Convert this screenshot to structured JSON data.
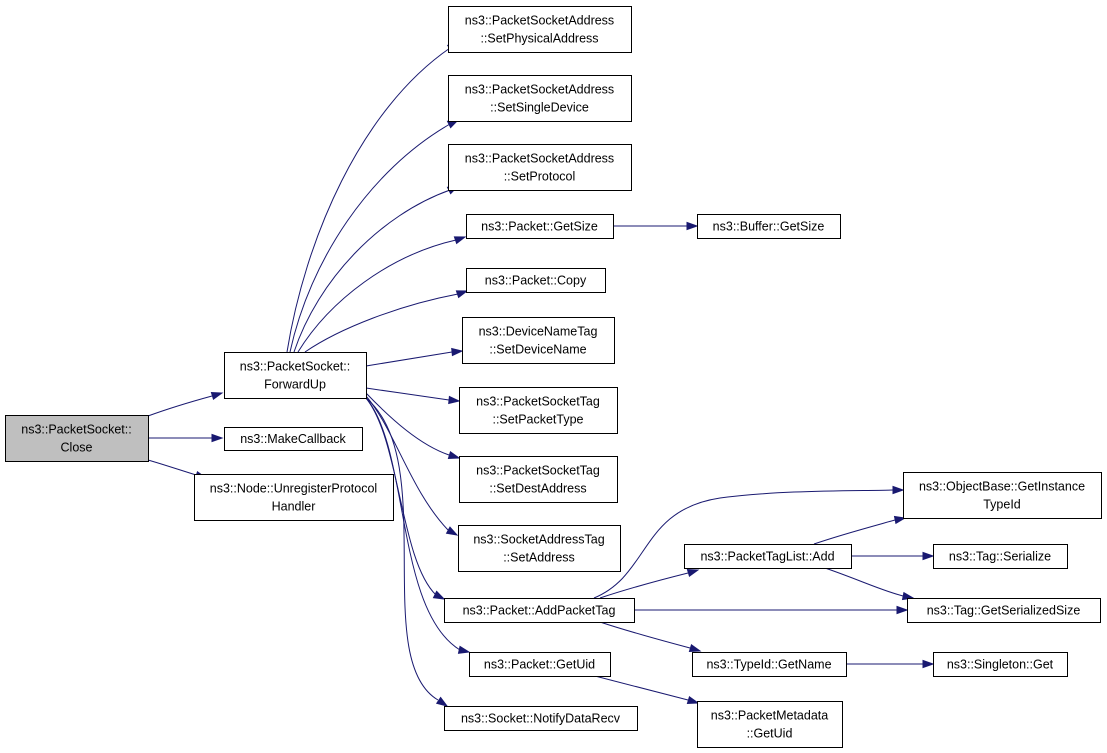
{
  "diagram": {
    "edge_color": "#191970",
    "root_fill": "#bfbfbf",
    "nodes": [
      {
        "id": "close",
        "lines": [
          "ns3::PacketSocket::",
          "Close"
        ],
        "root": true
      },
      {
        "id": "forwardup",
        "lines": [
          "ns3::PacketSocket::",
          "ForwardUp"
        ]
      },
      {
        "id": "makecallback",
        "lines": [
          "ns3::MakeCallback"
        ]
      },
      {
        "id": "unregister",
        "lines": [
          "ns3::Node::UnregisterProtocol",
          "Handler"
        ]
      },
      {
        "id": "setphys",
        "lines": [
          "ns3::PacketSocketAddress",
          "::SetPhysicalAddress"
        ]
      },
      {
        "id": "setsingle",
        "lines": [
          "ns3::PacketSocketAddress",
          "::SetSingleDevice"
        ]
      },
      {
        "id": "setprotocol",
        "lines": [
          "ns3::PacketSocketAddress",
          "::SetProtocol"
        ]
      },
      {
        "id": "pktgetsize",
        "lines": [
          "ns3::Packet::GetSize"
        ]
      },
      {
        "id": "bufgetsize",
        "lines": [
          "ns3::Buffer::GetSize"
        ]
      },
      {
        "id": "pktcopy",
        "lines": [
          "ns3::Packet::Copy"
        ]
      },
      {
        "id": "setdevname",
        "lines": [
          "ns3::DeviceNameTag",
          "::SetDeviceName"
        ]
      },
      {
        "id": "setpkttype",
        "lines": [
          "ns3::PacketSocketTag",
          "::SetPacketType"
        ]
      },
      {
        "id": "setdestaddr",
        "lines": [
          "ns3::PacketSocketTag",
          "::SetDestAddress"
        ]
      },
      {
        "id": "setaddress",
        "lines": [
          "ns3::SocketAddressTag",
          "::SetAddress"
        ]
      },
      {
        "id": "addpackettag",
        "lines": [
          "ns3::Packet::AddPacketTag"
        ]
      },
      {
        "id": "pktgetuid",
        "lines": [
          "ns3::Packet::GetUid"
        ]
      },
      {
        "id": "notifydatarecv",
        "lines": [
          "ns3::Socket::NotifyDataRecv"
        ]
      },
      {
        "id": "ptladd",
        "lines": [
          "ns3::PacketTagList::Add"
        ]
      },
      {
        "id": "typeidgetname",
        "lines": [
          "ns3::TypeId::GetName"
        ]
      },
      {
        "id": "pmgetuid",
        "lines": [
          "ns3::PacketMetadata",
          "::GetUid"
        ]
      },
      {
        "id": "getinstancetypeid",
        "lines": [
          "ns3::ObjectBase::GetInstance",
          "TypeId"
        ]
      },
      {
        "id": "tagserialize",
        "lines": [
          "ns3::Tag::Serialize"
        ]
      },
      {
        "id": "taggetsersize",
        "lines": [
          "ns3::Tag::GetSerializedSize"
        ]
      },
      {
        "id": "singletonget",
        "lines": [
          "ns3::Singleton::Get"
        ]
      }
    ],
    "edges": [
      {
        "from": "close",
        "to": "forwardup"
      },
      {
        "from": "close",
        "to": "makecallback"
      },
      {
        "from": "close",
        "to": "unregister"
      },
      {
        "from": "forwardup",
        "to": "setphys"
      },
      {
        "from": "forwardup",
        "to": "setsingle"
      },
      {
        "from": "forwardup",
        "to": "setprotocol"
      },
      {
        "from": "forwardup",
        "to": "pktgetsize"
      },
      {
        "from": "forwardup",
        "to": "pktcopy"
      },
      {
        "from": "forwardup",
        "to": "setdevname"
      },
      {
        "from": "forwardup",
        "to": "setpkttype"
      },
      {
        "from": "forwardup",
        "to": "setdestaddr"
      },
      {
        "from": "forwardup",
        "to": "setaddress"
      },
      {
        "from": "forwardup",
        "to": "addpackettag"
      },
      {
        "from": "forwardup",
        "to": "pktgetuid"
      },
      {
        "from": "forwardup",
        "to": "notifydatarecv"
      },
      {
        "from": "pktgetsize",
        "to": "bufgetsize"
      },
      {
        "from": "addpackettag",
        "to": "getinstancetypeid"
      },
      {
        "from": "addpackettag",
        "to": "ptladd"
      },
      {
        "from": "addpackettag",
        "to": "taggetsersize"
      },
      {
        "from": "addpackettag",
        "to": "typeidgetname"
      },
      {
        "from": "ptladd",
        "to": "getinstancetypeid"
      },
      {
        "from": "ptladd",
        "to": "tagserialize"
      },
      {
        "from": "ptladd",
        "to": "taggetsersize"
      },
      {
        "from": "typeidgetname",
        "to": "singletonget"
      },
      {
        "from": "pktgetuid",
        "to": "pmgetuid"
      }
    ]
  }
}
